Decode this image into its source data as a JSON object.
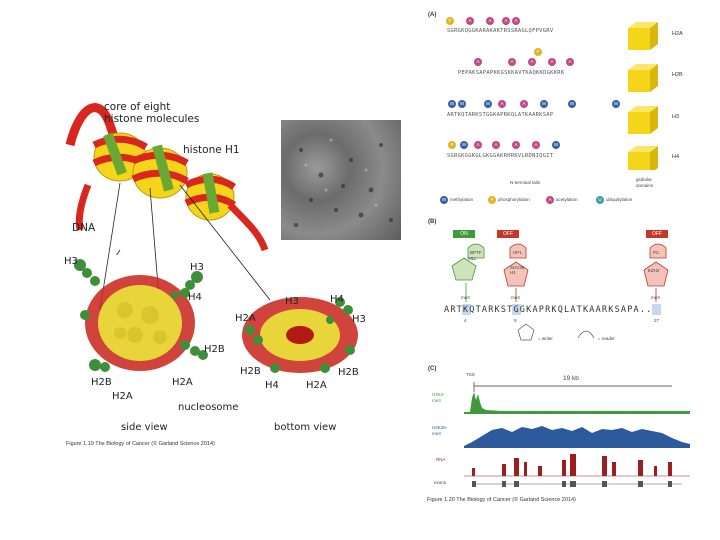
{
  "left_figure": {
    "labels": {
      "core": "core of eight\nhistone molecules",
      "h1": "histone H1",
      "dna": "DNA",
      "h3a": "H3",
      "h3b": "H3",
      "h4a": "H4",
      "h2b_a": "H2B",
      "h2b_b": "H2B",
      "h2a_a": "H2A",
      "h2a_b": "H2A",
      "nucleosome": "nucleosome",
      "side_view": "side view",
      "bv_h3": "H3",
      "bv_h4": "H4",
      "bv_h3b": "H3",
      "bv_h2a": "H2A",
      "bv_h2b": "H2B",
      "bv_h4b": "H4",
      "bv_h2a_b": "H2A",
      "bv_h2b_b": "H2B",
      "bottom_view": "bottom view"
    },
    "caption": "Figure 1.19 The Biology of Cancer (© Garland Science 2014)"
  },
  "right_figure": {
    "panel_a": {
      "label": "(A)",
      "sequences": [
        {
          "seq": "SGRGKQGGKARAKAKTRSSRAGLQFPVGRV",
          "nums": [
            "1",
            "5",
            "9",
            "13",
            "15"
          ],
          "tag": "H2A"
        },
        {
          "seq": "PEPAKSAPAPKKGSKKAVTKAQKKDGKKRK",
          "nums": [
            "5",
            "12",
            "14 15",
            "20",
            "23 24"
          ],
          "tag": "H2B"
        },
        {
          "seq": "ARTKQTARKSTGGKAPRKQLATKAARKSAP",
          "nums": [
            "2",
            "4",
            "9 10",
            "14",
            "17 18",
            "23",
            "26 27 28",
            "36"
          ],
          "tag": "H3"
        },
        {
          "seq": "SGRGKGGKGLGKGGAKRHRKVLRDNIQGIT",
          "nums": [
            "1",
            "3",
            "5",
            "8",
            "12",
            "16",
            "20"
          ],
          "tag": "H4"
        }
      ],
      "nterm_label": "N-terminal tails",
      "domain_label": "globular\ndomains",
      "legend": [
        {
          "letter": "M",
          "label": "methylation",
          "color": "#3a5fa8"
        },
        {
          "letter": "P",
          "label": "phosphorylation",
          "color": "#e0b422"
        },
        {
          "letter": "A",
          "label": "acetylation",
          "color": "#c04a86"
        },
        {
          "letter": "U",
          "label": "ubiquitylation",
          "color": "#3fa0a0"
        }
      ]
    },
    "panel_b": {
      "label": "(B)",
      "on": "ON",
      "off1": "OFF",
      "off2": "OFF",
      "writers": [
        "MLL",
        "SUV39\nH1",
        "EZH2"
      ],
      "readers": [
        "BPTF",
        "HP1",
        "PC"
      ],
      "marks": [
        "me3",
        "me3",
        "me3"
      ],
      "positions": [
        "4",
        "9",
        "27"
      ],
      "sequence": "ARTKQTARKSTGGKAPRKQLATKAARKSAPA..",
      "writer_legend": "= writer",
      "reader_legend": "= reader"
    },
    "panel_c": {
      "label": "(C)",
      "tss": "TSS",
      "scale": "19 kb",
      "tracks": [
        {
          "name": "H3K4-\nme3",
          "color": "#3f9a3a"
        },
        {
          "name": "H3K36-\nme3",
          "color": "#2d5a9c"
        },
        {
          "name": "RNA",
          "color": "#9c1f1f"
        },
        {
          "name": "exons",
          "color": "#555555"
        }
      ]
    },
    "caption": "Figure 1.20 The Biology of Cancer (© Garland Science 2014)"
  }
}
